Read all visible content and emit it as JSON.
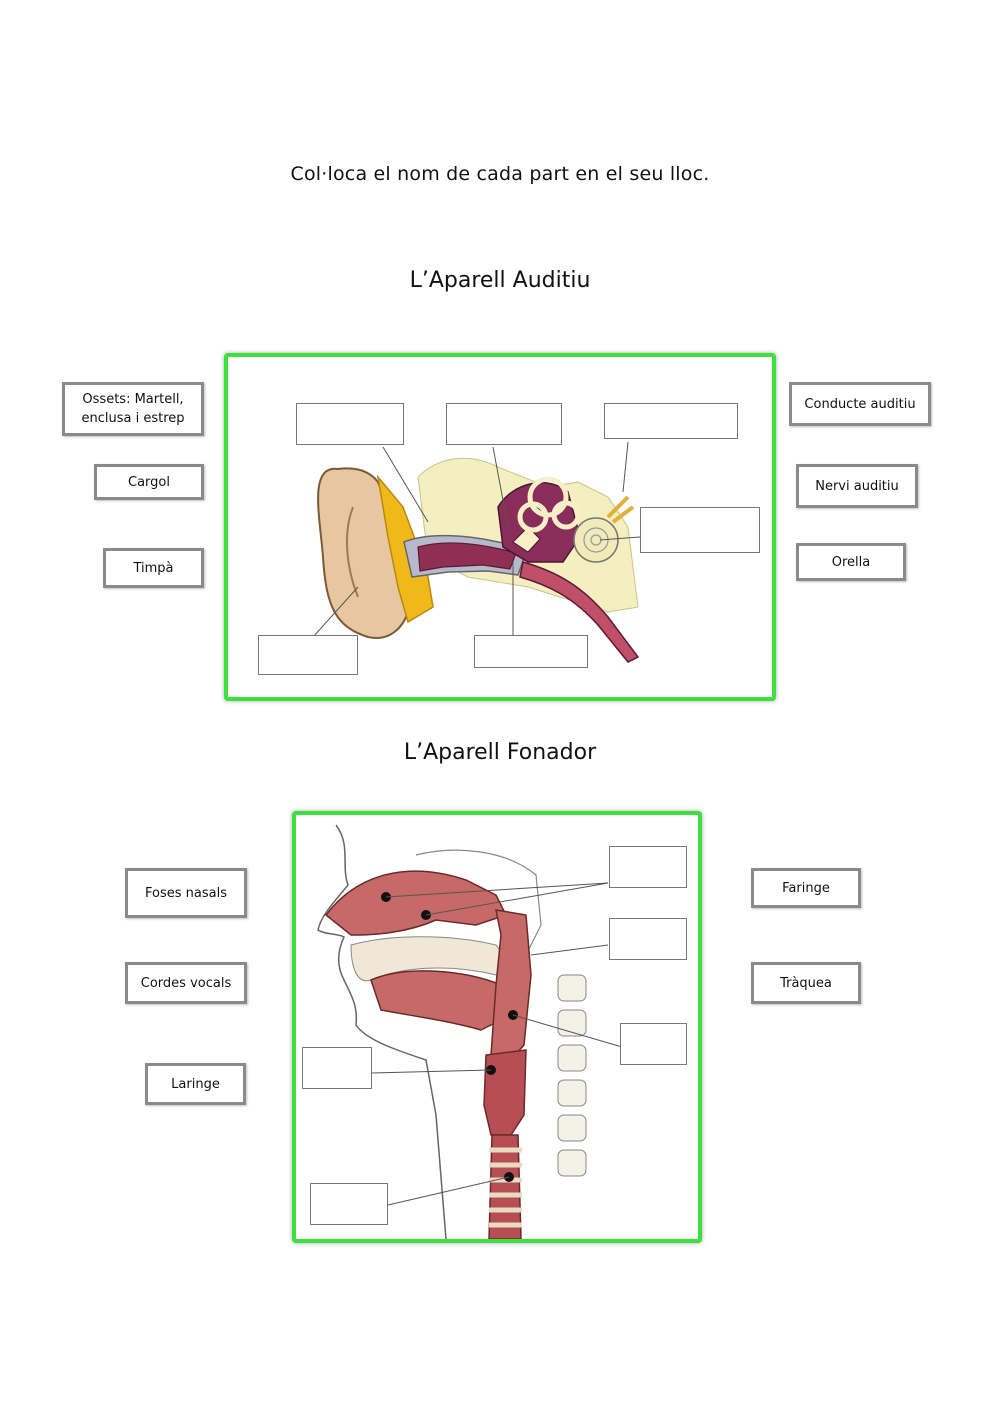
{
  "instruction": "Col·loca el nom de cada part en el seu lloc.",
  "sections": [
    {
      "title": "L’Aparell Auditiu",
      "labels": [
        "Ossets: Martell, enclusa i estrep",
        "Cargol",
        "Timpà",
        "Conducte auditiu",
        "Nervi auditiu",
        "Orella"
      ]
    },
    {
      "title": "L’Aparell Fonador",
      "labels": [
        "Foses nasals",
        "Cordes vocals",
        "Laringe",
        "Faringe",
        "Tràquea"
      ]
    }
  ],
  "colors": {
    "frame_border": "#3ee03e",
    "tile_border": "#8a8a8a"
  }
}
